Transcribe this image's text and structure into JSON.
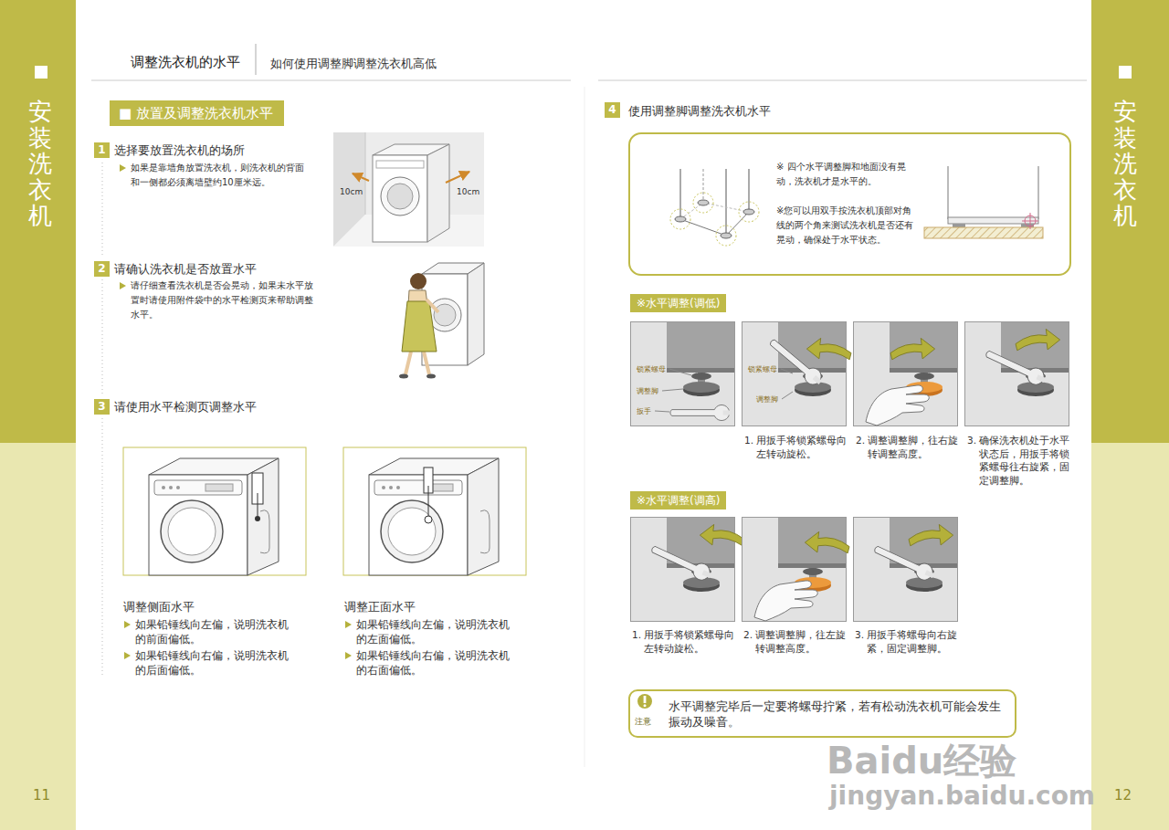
{
  "diagram": {
    "title": "调整洗衣机的水平",
    "nodes": [
      {
        "text": [
          "安装洗衣机"
        ]
      },
      {
        "text": [
          "安装洗衣机"
        ]
      },
      {
        "text": [
          "■ 放置及调整洗衣机水平"
        ]
      },
      {
        "text": [
          "1"
        ]
      },
      {
        "text": [
          "2"
        ]
      },
      {
        "text": [
          "3"
        ]
      },
      {
        "text": [
          "4"
        ]
      },
      {
        "text": [
          "※ 四个水平调整脚和地面没有晃动，洗衣机才是水平的。",
          "※您可以用双手按洗衣机顶部对角线的两个角来测试洗衣机是否还有晃动，确保处于水平状态。"
        ]
      },
      {
        "text": [
          "※水平调整(调低)"
        ]
      },
      {
        "text": [
          "※水平调整(调高)"
        ]
      },
      {
        "text": [
          "注意",
          "水平调整完毕后一定要将螺母拧紧，若有松动洗衣机可能会发生振动及噪音。"
        ]
      }
    ],
    "labels": [
      "如何使用调整脚调整洗衣机高低",
      "选择要放置洗衣机的场所",
      "如果是靠墙角放置洗衣机，则洗衣机的背面和一侧都必须离墙壁约10厘米远。",
      "10cm",
      "10cm",
      "请确认洗衣机是否放置水平",
      "请仔细查看洗衣机是否会晃动，如果未水平放置时请使用附件袋中的水平检测页来帮助调整水平。",
      "请使用水平检测页调整水平",
      "调整侧面水平",
      "如果铅锤线向左偏，说明洗衣机的前面偏低。",
      "如果铅锤线向右偏，说明洗衣机的后面偏低。",
      "调整正面水平",
      "如果铅锤线向左偏，说明洗衣机的左面偏低。",
      "如果铅锤线向右偏，说明洗衣机的右面偏低。",
      "使用调整脚调整洗衣机水平",
      "锁紧螺母",
      "调整脚",
      "扳手",
      "锁紧螺母",
      "调整脚",
      "1. 用扳手将锁紧螺母向左转动旋松。",
      "2. 调整调整脚，往右旋转调整高度。",
      "3. 确保洗衣机处于水平状态后，用扳手将锁紧螺母往右旋紧，固定调整脚。",
      "1. 用扳手将锁紧螺母向左转动旋松。",
      "2. 调整调整脚，往左旋转调整高度。",
      "3. 用扳手将螺母向右旋紧，固定调整脚。",
      "11",
      "12",
      "Baidu经验",
      "jingyan.baidu.com"
    ]
  }
}
